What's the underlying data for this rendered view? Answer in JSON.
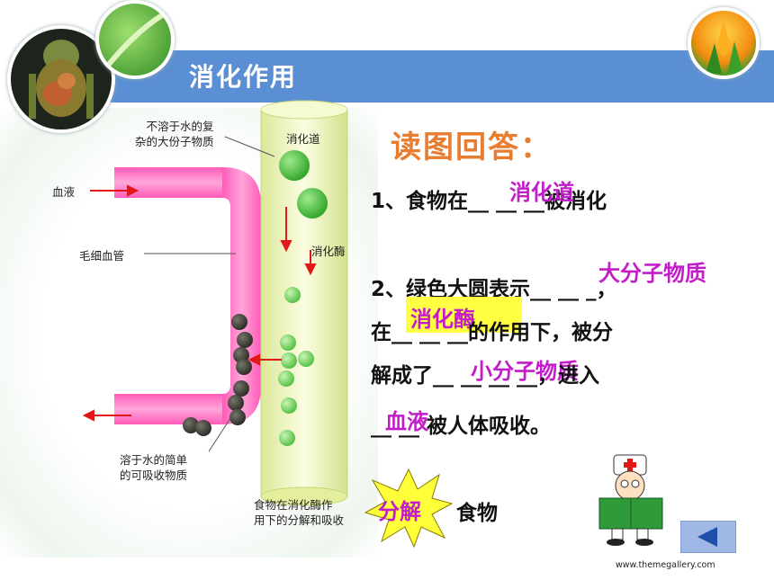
{
  "header": {
    "title": "消化作用"
  },
  "diagram": {
    "labels": {
      "big_molecules": "不溶于水的复\n杂的大份子物质",
      "blood": "血液",
      "capillary": "毛细血管",
      "digestive_tract": "消化道",
      "enzyme": "消化酶",
      "small_molecules": "溶于水的简单\n的可吸收物质",
      "process": "食物在消化酶作\n用下的分解和吸收"
    },
    "colors": {
      "vessel": "#ff7fc8",
      "tube": "#f2f7c2",
      "big_ball": "#47c23a",
      "small_ball": "#89dd76",
      "dark_ball": "#3b3a33",
      "arrow": "#e01818"
    }
  },
  "questions": {
    "heading": "读图回答：",
    "q1": {
      "prefix": "1、食物在",
      "blank": "__ __ __",
      "suffix": "被消化",
      "answer": "消化道"
    },
    "q2": {
      "line1_prefix": "2、绿色大圆表示",
      "line1_blank": "__ __ _",
      "line1_suffix": "，",
      "answer1": "大分子物质",
      "line2_prefix": "在",
      "line2_blank": "__ __ __",
      "line2_suffix": "的作用下，被分",
      "answer2": "消化酶",
      "line3_prefix": "解成了",
      "line3_blank": "__ __ __ __",
      "line3_suffix": "，进入",
      "answer3": "小分子物质",
      "line4_blank": "__ __",
      "line4_suffix": " 被人体吸收。",
      "answer4": "血液"
    },
    "burst": {
      "word": "分解",
      "suffix": "食物"
    }
  },
  "footer": {
    "url": "www.themegallery.com"
  },
  "icons": {
    "doctor": "doctor-reading-book-icon",
    "nav": "triangle-left-icon"
  }
}
